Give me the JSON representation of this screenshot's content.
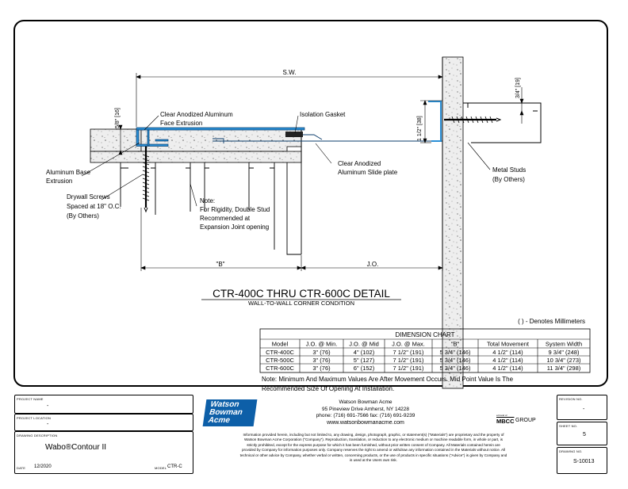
{
  "drawing": {
    "title": "CTR-400C THRU CTR-600C DETAIL",
    "subtitle": "WALL-TO-WALL CORNER CONDITION",
    "mm_note": "( ) - Denotes Millimeters",
    "dims": {
      "sw": "S.W.",
      "b": "\"B\"",
      "jo": "J.O.",
      "five_eighths": "5/8\" [16]",
      "one_half": "1 1/2\" [38]",
      "three_quarter": "3/4\" [19]"
    },
    "callouts": {
      "face_extrusion": [
        "Clear Anodized Aluminum",
        "Face Extrusion"
      ],
      "isolation_gasket": "Isolation Gasket",
      "base_extrusion": [
        "Aluminum Base",
        "Extrusion"
      ],
      "slide_plate": [
        "Clear Anodized",
        "Aluminum Slide plate"
      ],
      "drywall_screws": [
        "Drywall Screws",
        "Spaced at 18\" O.C.",
        "(By Others)"
      ],
      "note_studs": [
        "Note:",
        "For Rigidity, Double Stud",
        "Recommended at",
        "Expansion Joint opening"
      ],
      "metal_studs": [
        "Metal Studs",
        "(By Others)"
      ]
    }
  },
  "chart": {
    "title": "DIMENSION CHART",
    "headers": [
      "Model",
      "J.O. @ Min.",
      "J.O. @ Mid",
      "J.O. @ Max.",
      "\"B\"",
      "Total Movement",
      "System Width"
    ],
    "rows": [
      [
        "CTR-400C",
        "3\" (76)",
        "4\" (102)",
        "7 1/2\" (191)",
        "5 3/4\" (146)",
        "4 1/2\" (114)",
        "9 3/4\" (248)"
      ],
      [
        "CTR-500C",
        "3\" (76)",
        "5\" (127)",
        "7 1/2\" (191)",
        "5 3/4\" (146)",
        "4 1/2\" (114)",
        "10 3/4\" (273)"
      ],
      [
        "CTR-600C",
        "3\" (76)",
        "6\" (152)",
        "7 1/2\" (191)",
        "5 3/4\" (146)",
        "4 1/2\" (114)",
        "11 3/4\" (298)"
      ]
    ],
    "note": [
      "Note: Minimum And Maximum Values Are After Movement Occurs. Mid Point Value Is The",
      "Recommended Size Of Opening At Installation."
    ]
  },
  "titleblock": {
    "project_name_label": "PROJECT NAME",
    "project_name": "-",
    "project_location_label": "PROJECT LOCATION",
    "project_location": "-",
    "drawing_description_label": "DRAWING DESCRIPTION",
    "drawing_description": "Wabo®Contour II",
    "date_label": "DATE",
    "date": "12/2020",
    "model_label": "MODEL",
    "model": "CTR-C",
    "logo_lines": [
      "Watson",
      "Bowman",
      "Acme"
    ],
    "company": "Watson Bowman Acme",
    "address": "95 Pineview Drive Amherst, NY 14228",
    "phone": "phone: (716) 691-7566  fax: (716) 691-9239",
    "website": "www.watsonbowmanacme.com",
    "group_prefix": "MBCC",
    "group_suffix": "GROUP",
    "group_small": "a brand of",
    "legal": [
      "Information provided herein, including but not limited to, any drawing, design, photograph, graphic, or statement(s) (\"Materials\") are proprietary and the property of",
      "Watson Bowman Acme Corporation (\"Company\"). Reproduction, translation, or reduction to any electronic medium or machine readable form, in whole or part, is",
      "strictly prohibited, except for the express purpose for which it has been furnished, without prior written consent of Company. All Materials contained herein are",
      "provided by Company for information purposes only. Company reserves the right to amend or withdraw any information contained in the Materials without notice. All",
      "technical or other advice by Company, whether verbal or written, concerning products, or the use of products in specific situations (\"Advice\") is given by Company and",
      "is used at the Users own risk."
    ],
    "revision_label": "REVISION NO.",
    "revision": "-",
    "sheet_label": "SHEET NO.",
    "sheet": "5",
    "drawing_no_label": "DRAWING NO.",
    "drawing_no": "S-10013"
  }
}
